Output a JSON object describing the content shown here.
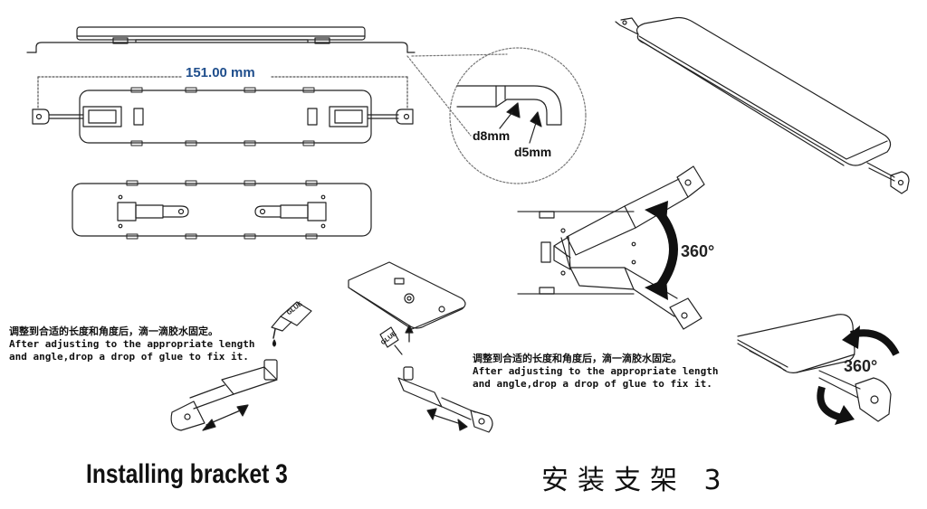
{
  "dimension_label": "151.00 mm",
  "bend_labels": {
    "outer": "d8mm",
    "inner": "d5mm"
  },
  "rotation_label": "360°",
  "glue_label": "GLUE",
  "instruction": {
    "cn": "调整到合适的长度和角度后，滴一滴胶水固定。",
    "en": "After adjusting to the appropriate length and angle,drop a drop of glue to fix it."
  },
  "title": {
    "en": "Installing bracket 3",
    "cn": "安装支架 3"
  }
}
